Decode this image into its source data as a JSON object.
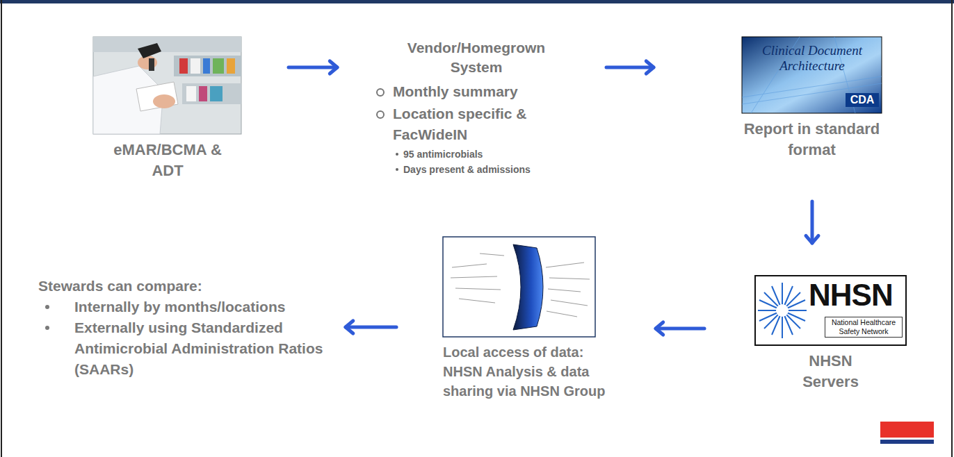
{
  "diagram": {
    "nodes": [
      {
        "text": [
          "eMAR/BCMA & ADT"
        ]
      },
      {
        "text": [
          "Vendor/Homegrown System",
          "Monthly summary",
          "Location specific & FacWideIN",
          "95 antimicrobials",
          "Days present & admissions"
        ]
      },
      {
        "text": [
          "Report in standard format"
        ]
      },
      {
        "text": [
          "NHSN Servers"
        ]
      },
      {
        "text": [
          "Local access of data: NHSN Analysis & data sharing via NHSN Group"
        ]
      },
      {
        "text": [
          "Stewards can compare:",
          "Internally by months/locations",
          "Externally using Standardized Antimicrobial Administration Ratios (SAARs)"
        ]
      }
    ],
    "edges": [
      {
        "from": 0,
        "to": 1,
        "arrow": "to"
      },
      {
        "from": 1,
        "to": 2,
        "arrow": "to"
      },
      {
        "from": 2,
        "to": 3,
        "arrow": "to"
      },
      {
        "from": 3,
        "to": 4,
        "arrow": "to"
      },
      {
        "from": 4,
        "to": 5,
        "arrow": "to"
      }
    ],
    "labels": [
      "Clinical Document Architecture",
      "CDA",
      "NHSN",
      "National Healthcare Safety Network"
    ]
  }
}
